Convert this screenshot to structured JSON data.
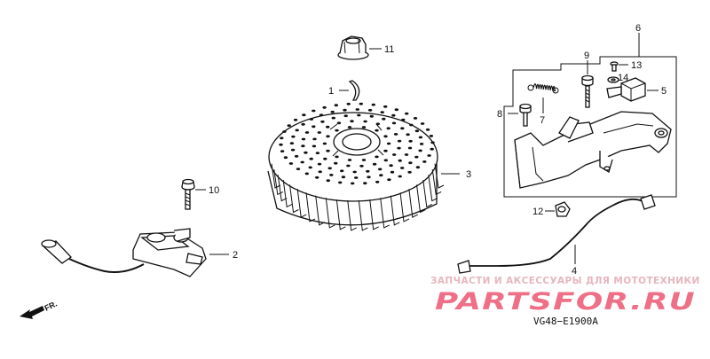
{
  "diagram": {
    "part_labels": {
      "p1": "1",
      "p2": "2",
      "p3": "3",
      "p4": "4",
      "p5": "5",
      "p6": "6",
      "p7": "7",
      "p8": "8",
      "p9": "9",
      "p10": "10",
      "p11": "11",
      "p12": "12",
      "p13": "13",
      "p14": "14"
    },
    "direction_label": "FR.",
    "drawing_code": "VG48−E1900A"
  },
  "watermark": {
    "tagline": "ЗАПЧАСТИ И АКСЕССУАРЫ ДЛЯ МОТОТЕХНИКИ",
    "brand": "PARTSFOR.RU"
  },
  "colors": {
    "line": "#111111",
    "watermark": "#ee6f86",
    "watermark_light": "#e6b6bd"
  }
}
